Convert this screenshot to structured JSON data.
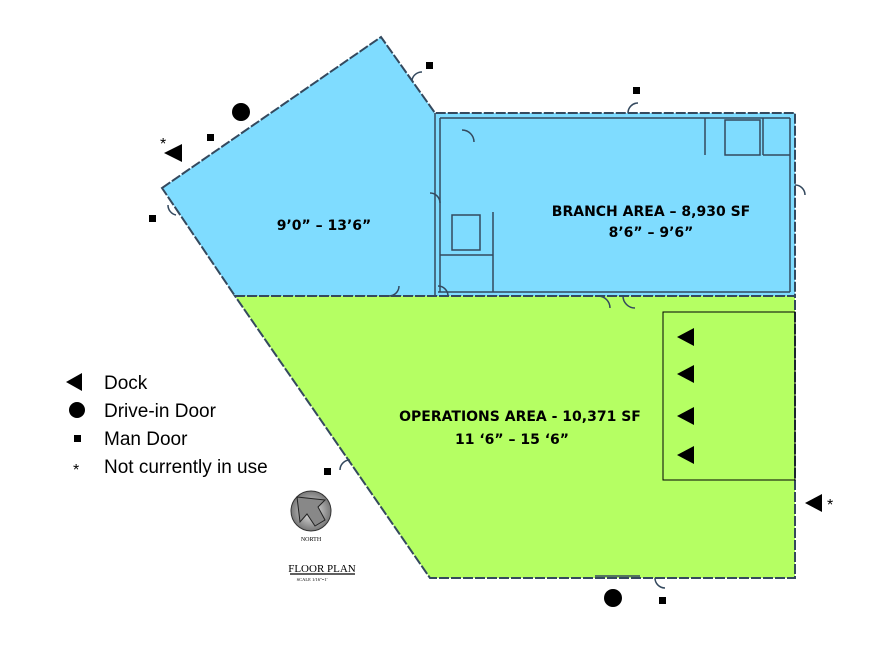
{
  "areas": {
    "wing": {
      "height": "9’0” – 13’6”"
    },
    "branch": {
      "title": "BRANCH AREA – 8,930 SF",
      "height": "8’6” – 9’6”"
    },
    "operations": {
      "title": "OPERATIONS AREA  - 10,371 SF",
      "height": "11 ‘6” – 15 ‘6”"
    }
  },
  "legend": [
    {
      "icon": "dock-triangle-icon",
      "label": "Dock"
    },
    {
      "icon": "circle-icon",
      "label": "Drive-in Door"
    },
    {
      "icon": "square-icon",
      "label": "Man Door"
    },
    {
      "icon": "asterisk-icon",
      "label": "Not currently in use"
    }
  ],
  "not_in_use_mark": "*",
  "compass": {
    "label": "NORTH"
  },
  "title_block": {
    "title": "FLOOR PLAN",
    "scale": "SCALE 1/16\"=1'"
  },
  "colors": {
    "branch": "#7fdcff",
    "operations": "#b5ff63",
    "walls": "#34495e"
  }
}
